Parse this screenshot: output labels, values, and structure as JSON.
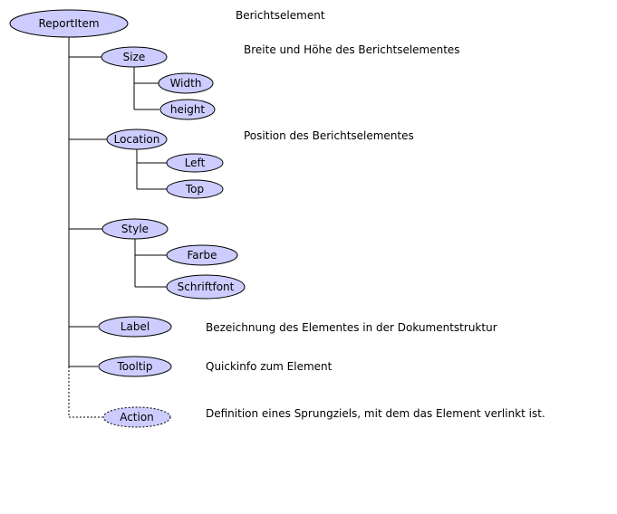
{
  "diagram": {
    "nodes": {
      "root": "ReportItem",
      "size": "Size",
      "width": "Width",
      "height": "height",
      "location": "Location",
      "left": "Left",
      "top": "Top",
      "style": "Style",
      "farbe": "Farbe",
      "schriftfont": "Schriftfont",
      "label": "Label",
      "tooltip": "Tooltip",
      "action": "Action"
    },
    "descriptions": {
      "root": "Berichtselement",
      "size": "Breite und Höhe des Berichtselementes",
      "location": "Position des Berichtselementes",
      "label": "Bezeichnung des Elementes in der Dokumentstruktur",
      "tooltip": "Quickinfo zum Element",
      "action": "Definition eines Sprungziels, mit dem das Element verlinkt ist."
    },
    "colors": {
      "node_fill": "#ccccff",
      "stroke": "#000000"
    }
  }
}
